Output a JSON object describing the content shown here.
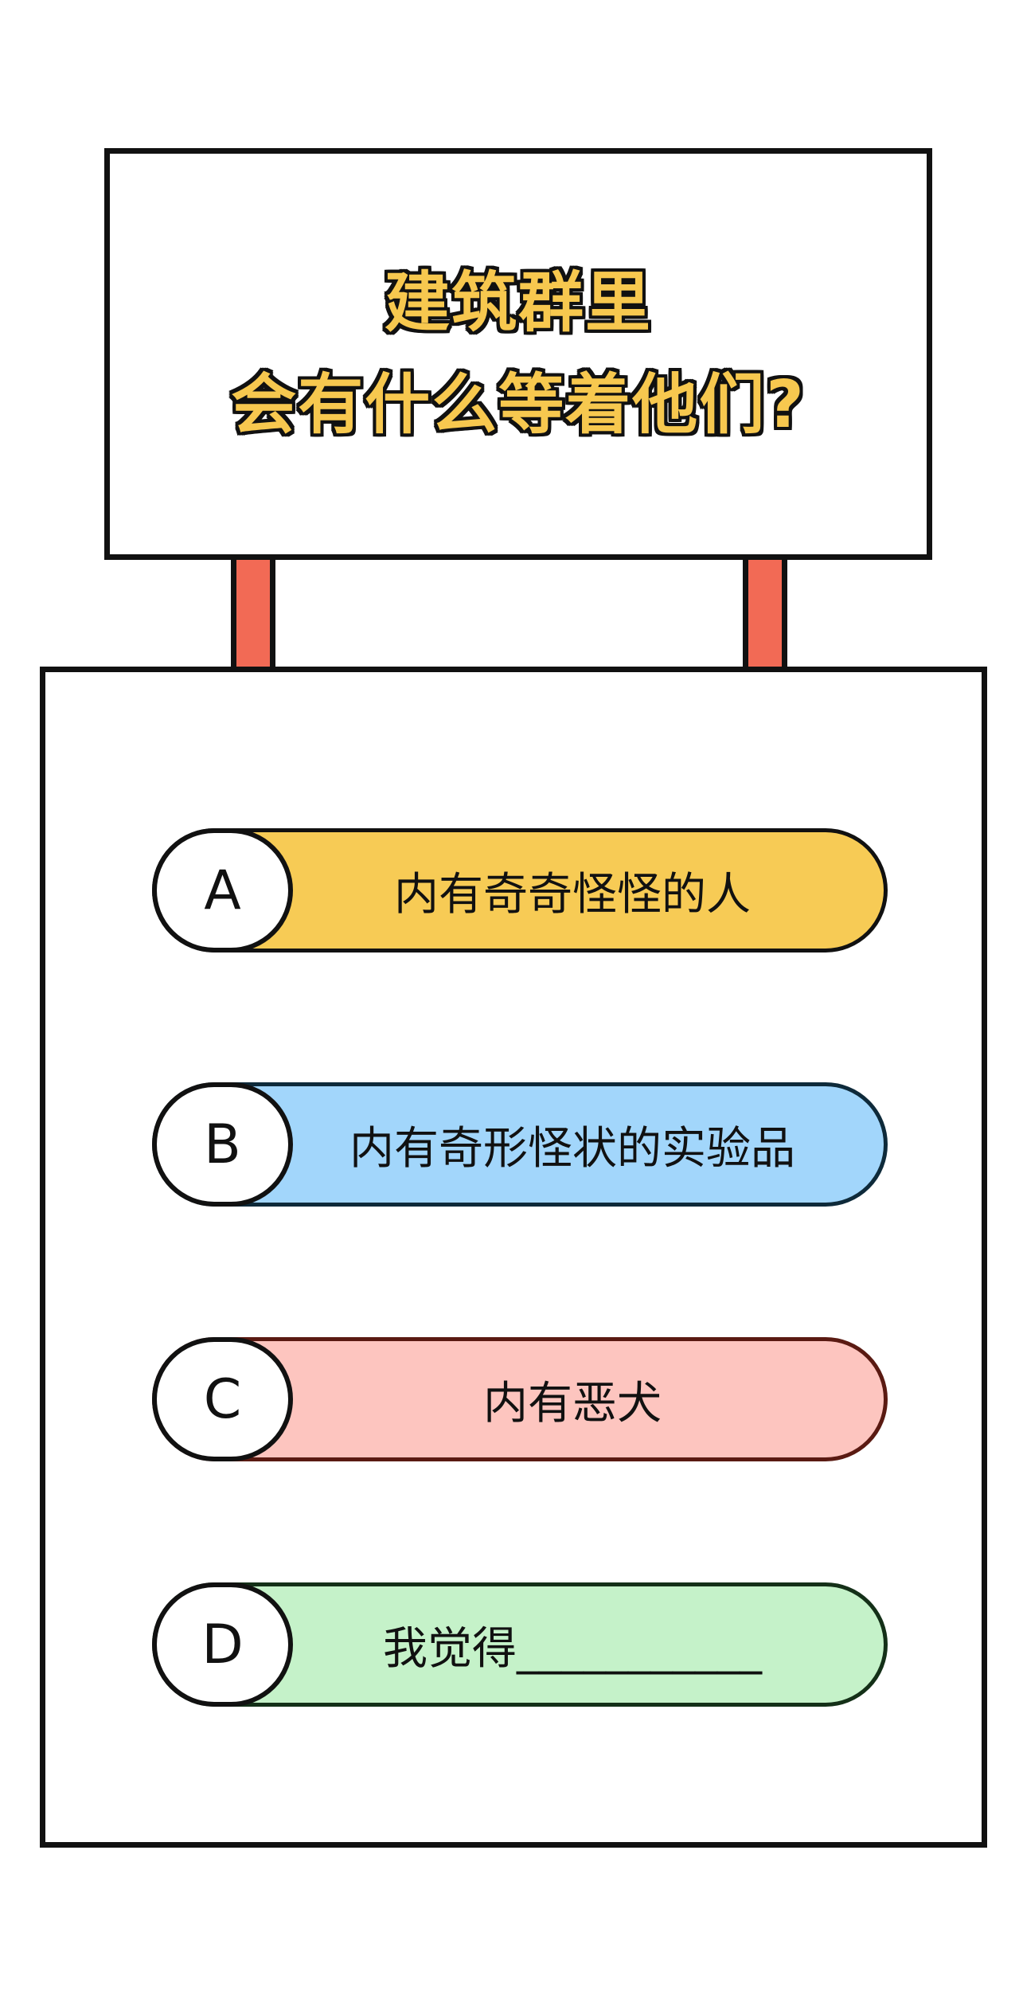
{
  "question": {
    "line1": "建筑群里",
    "line2": "会有什么等着他们?"
  },
  "options": [
    {
      "letter": "A",
      "text": "内有奇奇怪怪的人",
      "color": "#f7cb55",
      "border": "#111111"
    },
    {
      "letter": "B",
      "text": "内有奇形怪状的实验品",
      "color": "#a2d6fb",
      "border": "#0e2a3a"
    },
    {
      "letter": "C",
      "text": "内有恶犬",
      "color": "#fdc5bf",
      "border": "#5a1a12"
    },
    {
      "letter": "D",
      "text": "我觉得___________",
      "color": "#c5f2c9",
      "border": "#143018"
    }
  ],
  "colors": {
    "title_fill": "#f7c84f",
    "post": "#f26a55",
    "outline": "#111111"
  }
}
